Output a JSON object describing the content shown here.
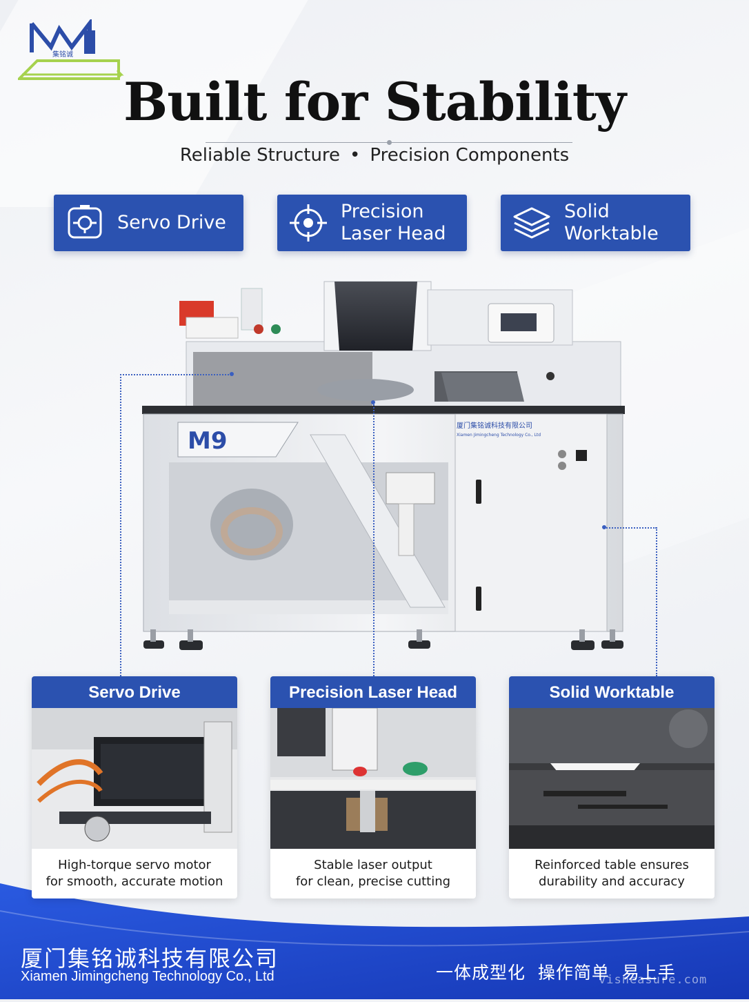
{
  "colors": {
    "accent": "#2b52b0",
    "footer_blue": "#1f46c8",
    "logo_blue": "#2c4da8",
    "logo_green": "#a6d24e"
  },
  "logo": {
    "text": "集铭诚",
    "icon": "company-logo-icon"
  },
  "header": {
    "title": "Built for Stability",
    "subtitle_left": "Reliable Structure",
    "subtitle_sep": "•",
    "subtitle_right": "Precision Components"
  },
  "features": [
    {
      "icon": "servo-drive-icon",
      "line1": "Servo Drive",
      "line2": ""
    },
    {
      "icon": "crosshair-icon",
      "line1": "Precision",
      "line2": "Laser Head"
    },
    {
      "icon": "layers-icon",
      "line1": "Solid",
      "line2": "Worktable"
    }
  ],
  "machine": {
    "model": "M9",
    "plate_cn": "厦门集铭诚科技有限公司",
    "plate_en": "Xiamen Jimingcheng Technology Co., Ltd"
  },
  "details": [
    {
      "title": "Servo Drive",
      "desc1": "High-torque servo motor",
      "desc2": "for smooth, accurate motion"
    },
    {
      "title": "Precision Laser Head",
      "desc1": "Stable laser output",
      "desc2": "for clean, precise cutting"
    },
    {
      "title": "Solid Worktable",
      "desc1": "Reinforced table ensures",
      "desc2": "durability and accuracy"
    }
  ],
  "footer": {
    "company_cn": "厦门集铭诚科技有限公司",
    "company_en": "Xiamen Jimingcheng Technology Co., Ltd",
    "slogan": "一体成型化  操作简单  易上手",
    "watermark": "visneasure.com"
  }
}
